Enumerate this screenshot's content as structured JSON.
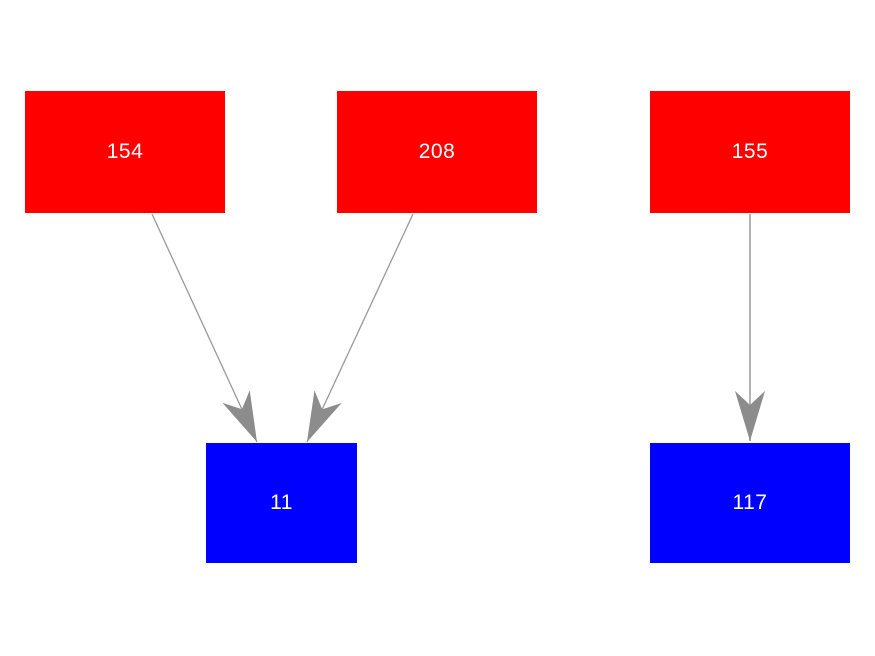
{
  "diagram": {
    "type": "directed-graph",
    "background_color": "#ffffff",
    "colors": {
      "source_node_fill": "#fe0000",
      "target_node_fill": "#0000fe",
      "node_label_text": "#ffffff",
      "edge_stroke": "#9a9a9a",
      "arrowhead_fill": "#8c8c8c"
    },
    "nodes": [
      {
        "id": "154",
        "label": "154",
        "role": "source",
        "color": "red"
      },
      {
        "id": "208",
        "label": "208",
        "role": "source",
        "color": "red"
      },
      {
        "id": "155",
        "label": "155",
        "role": "source",
        "color": "red"
      },
      {
        "id": "11",
        "label": "11",
        "role": "target",
        "color": "blue"
      },
      {
        "id": "117",
        "label": "117",
        "role": "target",
        "color": "blue"
      }
    ],
    "edges": [
      {
        "from": "154",
        "to": "11"
      },
      {
        "from": "208",
        "to": "11"
      },
      {
        "from": "155",
        "to": "117"
      }
    ]
  }
}
